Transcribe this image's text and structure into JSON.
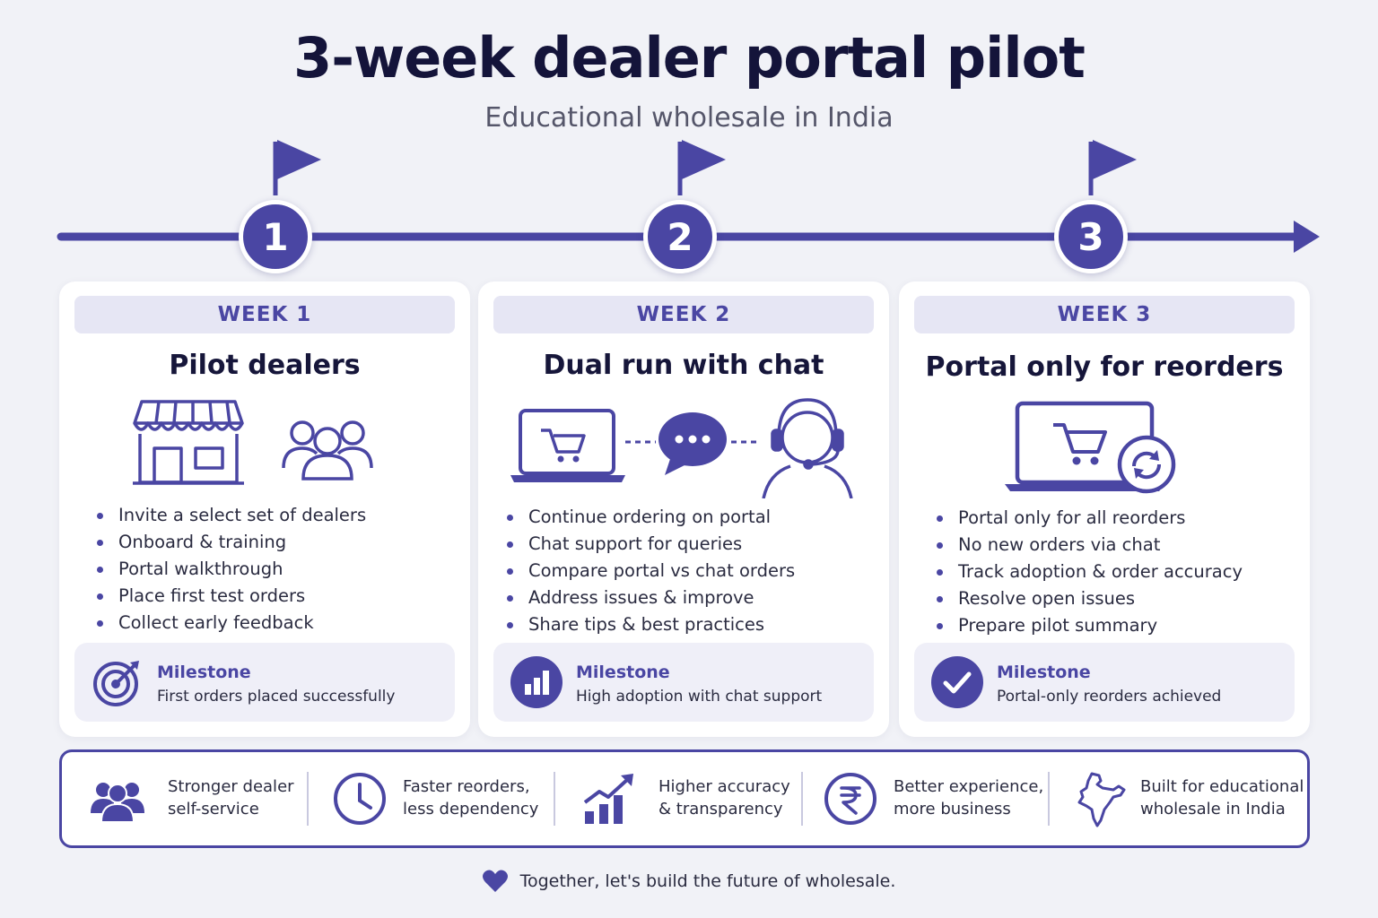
{
  "title": "3-week dealer portal pilot",
  "subtitle": "Educational wholesale in India",
  "colors": {
    "accent": "#4a46a3",
    "background": "#f1f2f7",
    "text": "#16163a",
    "pill": "#e6e6f4"
  },
  "timeline": {
    "nodes": [
      "1",
      "2",
      "3"
    ]
  },
  "weeks": [
    {
      "label": "WEEK 1",
      "title": "Pilot dealers",
      "icons": [
        "storefront-icon",
        "group-icon"
      ],
      "bullets": [
        "Invite a select set of dealers",
        "Onboard & training",
        "Portal walkthrough",
        "Place first test orders",
        "Collect early feedback"
      ],
      "milestone_label": "Milestone",
      "milestone_text": "First orders placed successfully",
      "milestone_icon": "target-icon"
    },
    {
      "label": "WEEK 2",
      "title": "Dual run with chat",
      "icons": [
        "laptop-cart-icon",
        "chat-bubble-icon",
        "headset-agent-icon"
      ],
      "bullets": [
        "Continue ordering on portal",
        "Chat support for queries",
        "Compare portal vs chat orders",
        "Address issues & improve",
        "Share tips & best practices"
      ],
      "milestone_label": "Milestone",
      "milestone_text": "High adoption with chat support",
      "milestone_icon": "bar-chart-icon"
    },
    {
      "label": "WEEK 3",
      "title": "Portal only for reorders",
      "icons": [
        "laptop-cart-refresh-icon"
      ],
      "bullets": [
        "Portal only for all reorders",
        "No new orders via chat",
        "Track adoption & order accuracy",
        "Resolve open issues",
        "Prepare pilot summary"
      ],
      "milestone_label": "Milestone",
      "milestone_text": "Portal-only reorders achieved",
      "milestone_icon": "check-circle-icon"
    }
  ],
  "benefits": [
    {
      "line1": "Stronger dealer",
      "line2": "self-service",
      "icon": "people-icon"
    },
    {
      "line1": "Faster reorders,",
      "line2": "less dependency",
      "icon": "clock-icon"
    },
    {
      "line1": "Higher accuracy",
      "line2": "& transparency",
      "icon": "growth-chart-icon"
    },
    {
      "line1": "Better experience,",
      "line2": "more business",
      "icon": "rupee-icon"
    },
    {
      "line1": "Built for educational",
      "line2": "wholesale in India",
      "icon": "india-map-icon"
    }
  ],
  "footer": {
    "text": "Together, let's build the future of wholesale.",
    "icon": "heart-icon"
  }
}
